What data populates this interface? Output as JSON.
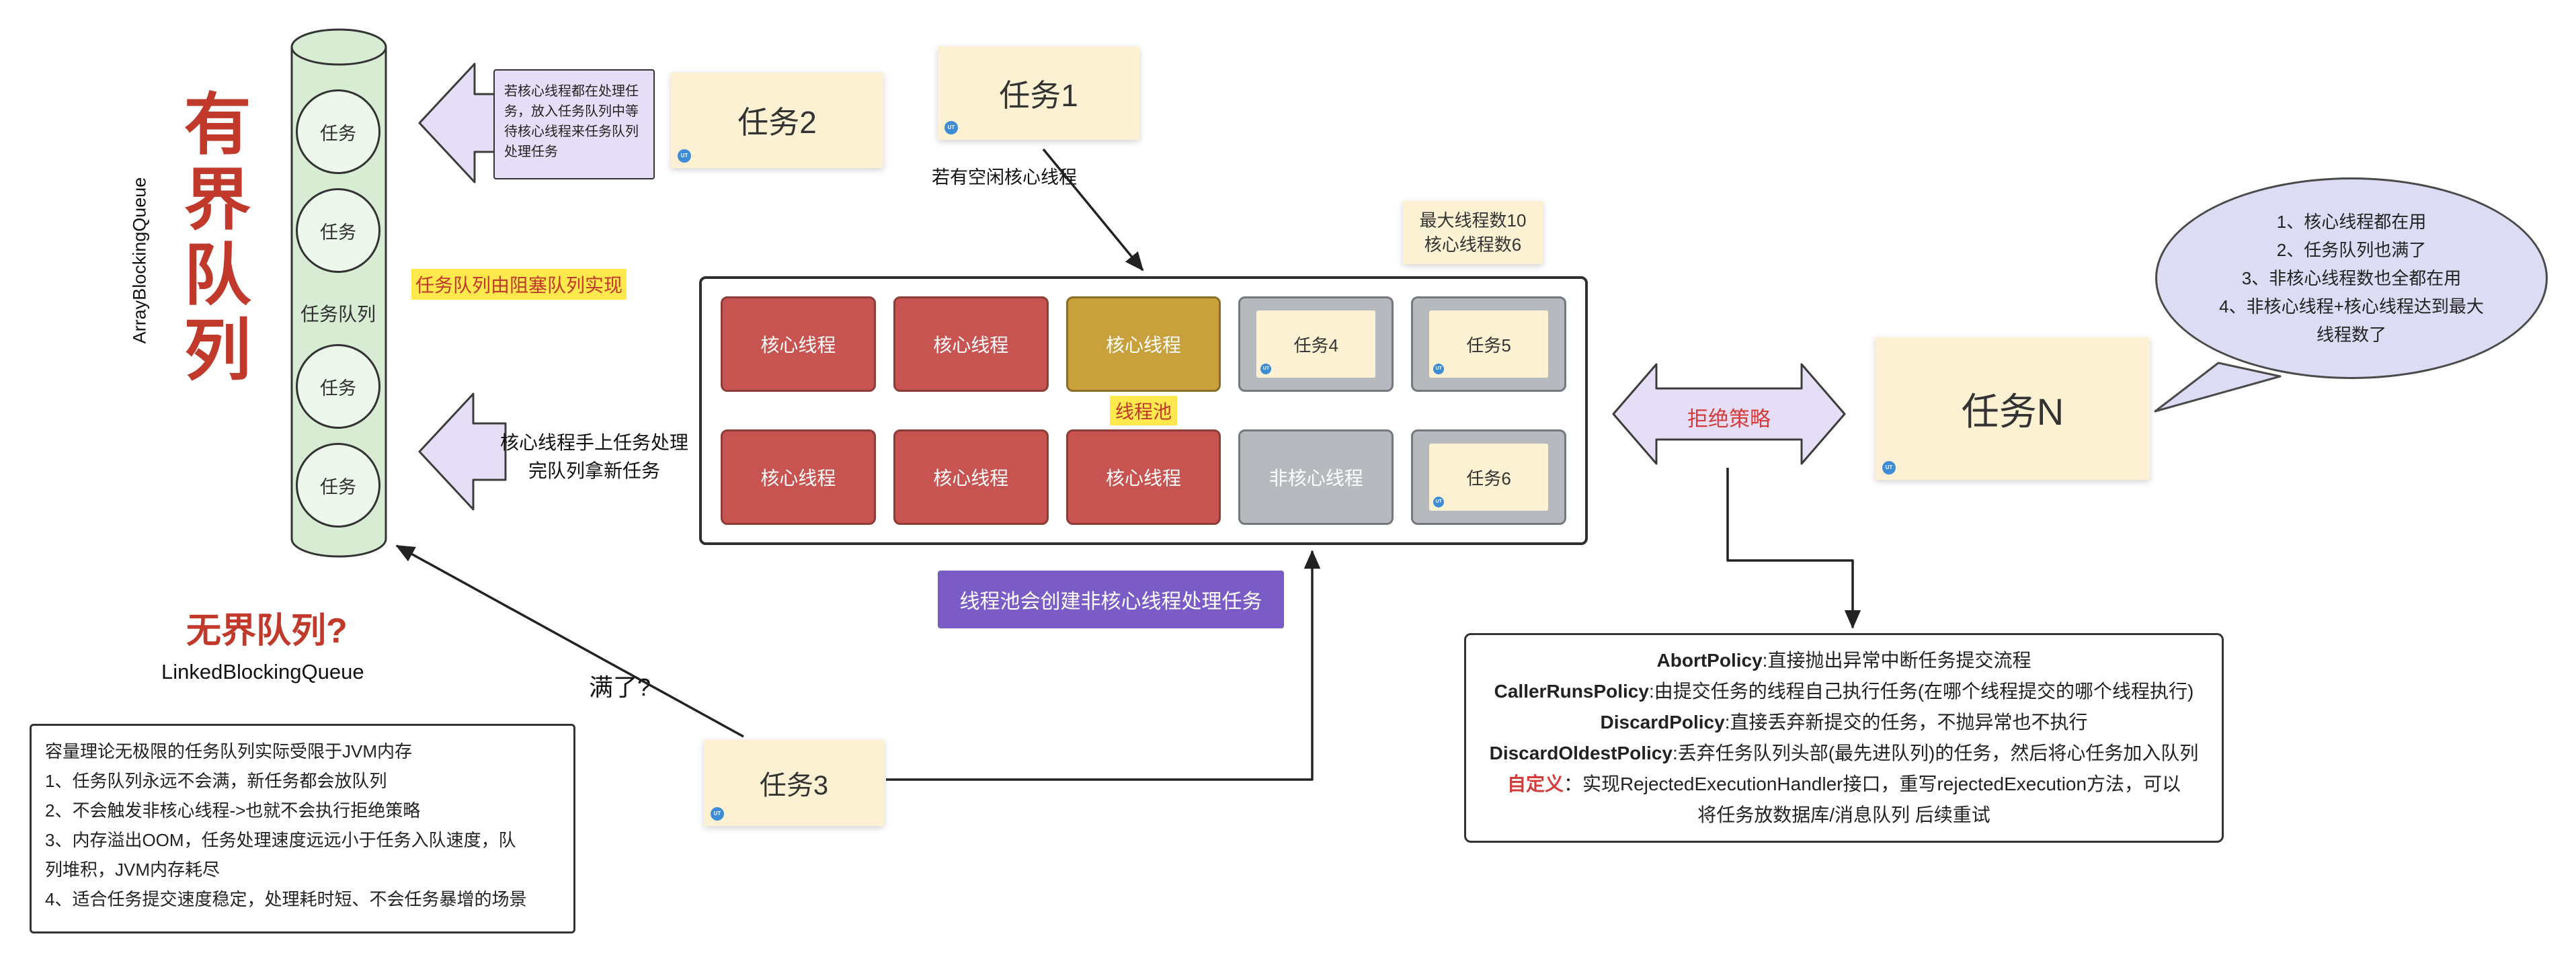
{
  "watermark": "UT",
  "queue": {
    "vertical_label": "ArrayBlockingQueue",
    "bounded_title": "有界队列",
    "queue_label": "任务队列",
    "task_labels": [
      "任务",
      "任务",
      "任务",
      "任务"
    ],
    "unbounded_title": "无界队列?",
    "unbounded_class": "LinkedBlockingQueue"
  },
  "labels": {
    "idle_core": "若有空闲核心线程",
    "full": "满了?",
    "rejection": "拒绝策略"
  },
  "notes": {
    "enqueue": "若核心线程都在处理任务，放入任务队列中等待核心线程来任务队列处理任务",
    "blocking_impl": "任务队列由阻塞队列实现",
    "dequeue": "核心线程手上任务处理\n完队列拿新任务"
  },
  "stickies": {
    "task1": "任务1",
    "task2": "任务2",
    "task3": "任务3",
    "taskN": "任务N"
  },
  "banner": {
    "noncore_creation": "线程池会创建非核心线程处理任务"
  },
  "pool": {
    "title": "线程池",
    "limits_note": "最大线程数10\n核心线程数6",
    "cells": [
      {
        "label": "核心线程"
      },
      {
        "label": "核心线程"
      },
      {
        "label": "核心线程"
      },
      {
        "label": "任务4"
      },
      {
        "label": "任务5"
      },
      {
        "label": "核心线程"
      },
      {
        "label": "核心线程"
      },
      {
        "label": "核心线程"
      },
      {
        "label": "非核心线程"
      },
      {
        "label": "任务6"
      }
    ]
  },
  "bubble": {
    "text": "1、核心线程都在用\n2、任务队列也满了\n3、非核心线程数也全都在用\n4、非核心线程+核心线程达到最大\n线程数了"
  },
  "policies": {
    "items": [
      {
        "name": "AbortPolicy",
        "desc": ":直接抛出异常中断任务提交流程"
      },
      {
        "name": "CallerRunsPolicy",
        "desc": ":由提交任务的线程自己执行任务(在哪个线程提交的哪个线程执行)"
      },
      {
        "name": "DiscardPolicy",
        "desc": ":直接丢弃新提交的任务，不抛异常也不执行"
      },
      {
        "name": "DiscardOldestPolicy",
        "desc": ":丢弃任务队列头部(最先进队列)的任务，然后将心任务加入队列"
      },
      {
        "name": "自定义",
        "desc": "：实现RejectedExecutionHandler接口，重写rejectedExecution方法，可以\n将任务放数据库/消息队列 后续重试"
      }
    ]
  },
  "unbounded_box": {
    "text": "容量理论无极限的任务队列实际受限于JVM内存\n1、任务队列永远不会满，新任务都会放队列\n2、不会触发非核心线程->也就不会执行拒绝策略\n3、内存溢出OOM，任务处理速度远远小于任务入队速度，队\n列堆积，JVM内存耗尽\n4、适合任务提交速度稳定，处理耗时短、不会任务暴增的场景"
  },
  "colors": {
    "ink": "#2f2f2f",
    "red_text": "#c0392b",
    "queue_fill": "#d8ecd4",
    "circle_fill": "#eef7ec",
    "sticky_yellow": "#fcf2d3",
    "highlight_yellow": "#ffe94d",
    "core_red": "#c75450",
    "core_red_border": "#8f3b38",
    "busy_gold": "#c8a13d",
    "busy_gold_border": "#8a6d26",
    "gray_cell": "#b6babe",
    "gray_cell_border": "#74797e",
    "purple_banner": "#7b5cc6",
    "arrow_lavender": "#e6def6",
    "bubble_lavender": "#dcdcf4",
    "ut_blue": "#3f8cd6"
  }
}
